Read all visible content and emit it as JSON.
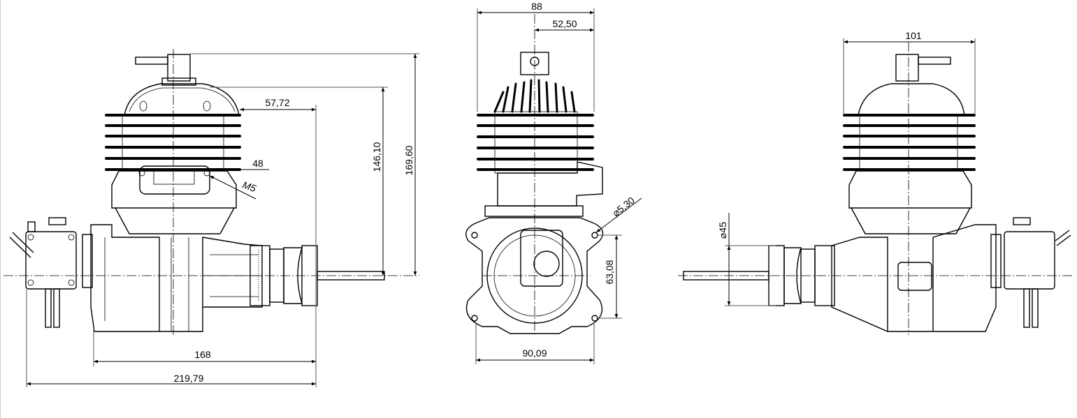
{
  "side_view": {
    "dim_57_72": "57,72",
    "dim_146_10": "146,10",
    "dim_169_60": "169,60",
    "dim_48": "48",
    "thread_m5": "M5",
    "dim_168": "168",
    "dim_219_79": "219,79"
  },
  "front_view": {
    "dim_88": "88",
    "dim_52_50": "52,50",
    "dim_hole": "⌀5,30",
    "dim_63_08": "63,08",
    "dim_90_09": "90,09"
  },
  "rear_view": {
    "dim_101": "101",
    "dim_shaft": "⌀45"
  }
}
